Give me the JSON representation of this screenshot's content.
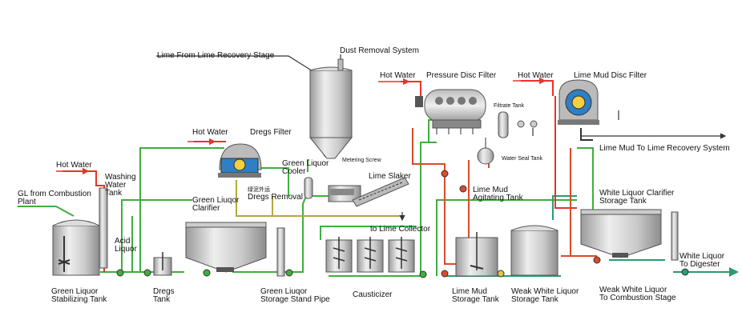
{
  "labels": {
    "lime_from_recovery": "Lime From Lime Recovery Stage",
    "dust_removal": "Dust Removal System",
    "hot_water_pdf": "Hot Water",
    "pressure_disc_filter": "Pressure Disc Filter",
    "hot_water_lmdf": "Hot Water",
    "lime_mud_disc_filter": "Lime Mud Disc Filter",
    "filtrate_tank": "Filtrate Tank",
    "hot_water_dregs": "Hot Water",
    "dregs_filter": "Dregs Filter",
    "water_seal_tank": "Water Seal Tank",
    "lime_mud_to_recovery": "Lime Mud To Lime Recovery System",
    "hot_water_wash": "Hot Water",
    "washing_water_tank": [
      "Washing",
      "Water",
      "Tank"
    ],
    "green_liquor_cooler": [
      "Green Liquor",
      "Cooler"
    ],
    "metering_screw": "Metering Screw",
    "lime_slaker": "Lime Slaker",
    "dregs_removal_cn": "绿泥外运",
    "dregs_removal": "Dregs Removal",
    "gl_from_combustion": [
      "GL from Combustion",
      "Plant"
    ],
    "green_liquor_clarifier": [
      "Green Liuqor",
      "Clarifier"
    ],
    "lime_mud_agitating": [
      "Lime Mud",
      "Agitating Tank"
    ],
    "white_liquor_clarifier": [
      "White Liquor Clarifier",
      "Storage Tank"
    ],
    "acid_liquor": [
      "Acid",
      "Liquor"
    ],
    "to_lime_collector": "to Lime Collector",
    "white_liquor_to_digester": [
      "White Liquor",
      "To Digester"
    ],
    "green_liquor_stabilizing": [
      "Green Liquor",
      "Stabilizing Tank"
    ],
    "dregs_tank": [
      "Dregs",
      "Tank"
    ],
    "green_liquor_storage_pipe": [
      "Green Liuqor",
      "Storage Stand Pipe"
    ],
    "causticizer": "Causticizer",
    "lime_mud_storage": [
      "Lime Mud",
      "Storage Tank"
    ],
    "weak_white_liquor_storage": [
      "Weak White Liquor",
      "Storage Tank"
    ],
    "weak_white_liquor_combustion": [
      "Weak White Liquor",
      "To Combustion Stage"
    ]
  },
  "colors": {
    "green_liquor_line": "#3fae3f",
    "white_liquor_line": "#2a9d6e",
    "hot_water_line": "#e8332a",
    "lime_mud_line": "#d94b2b",
    "dregs_line": "#b7a640",
    "process_line": "#333333",
    "vessel_fill": "#d6d6d6",
    "vessel_stroke": "#555555",
    "blue_filter": "#2f7fc4"
  }
}
